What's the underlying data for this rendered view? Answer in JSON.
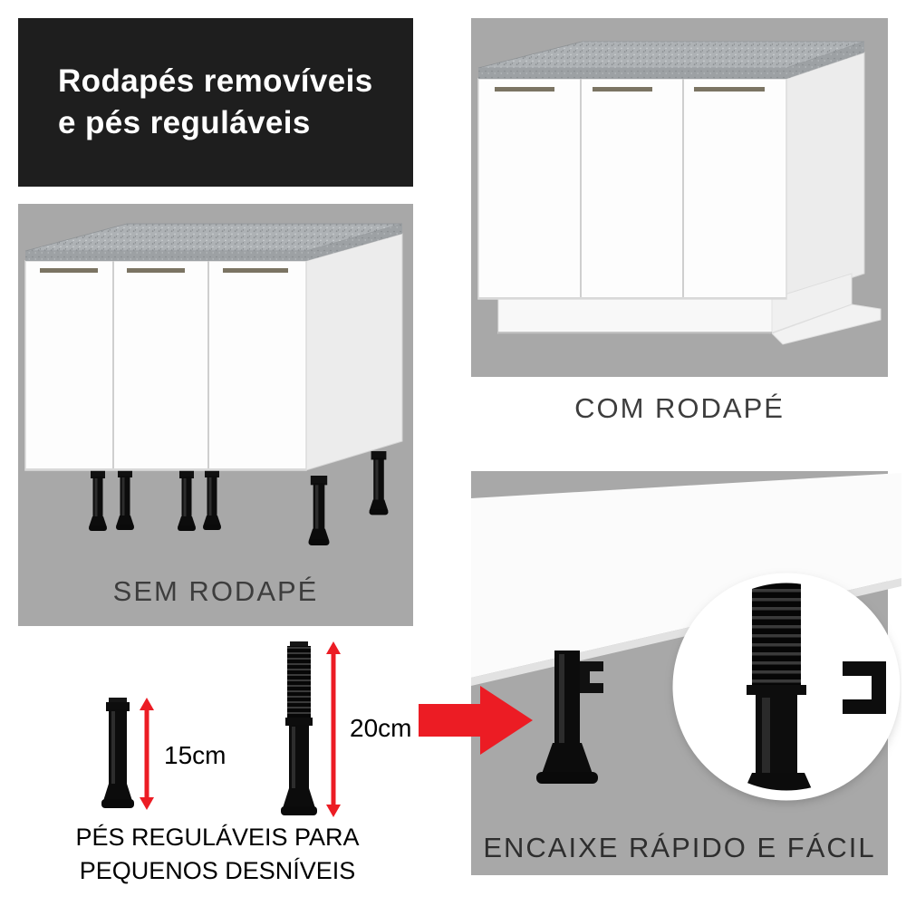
{
  "colors": {
    "background": "#ffffff",
    "black_panel": "#1e1e1e",
    "gray_panel": "#a8a8a8",
    "red_accent": "#ec1c24",
    "label_text": "#3d3d3d",
    "caption_text": "#000000"
  },
  "header": {
    "line1": "Rodapés removíveis",
    "line2": "e pés reguláveis"
  },
  "panel_sem_rodape": {
    "label": "SEM RODAPÉ"
  },
  "panel_com_rodape": {
    "label": "COM RODAPÉ"
  },
  "panel_encaixe": {
    "label": "ENCAIXE RÁPIDO E FÁCIL"
  },
  "feet_section": {
    "short_foot_height": "15cm",
    "tall_foot_height": "20cm",
    "caption_line1": "PÉS REGULÁVEIS PARA",
    "caption_line2": "PEQUENOS DESNÍVEIS"
  }
}
